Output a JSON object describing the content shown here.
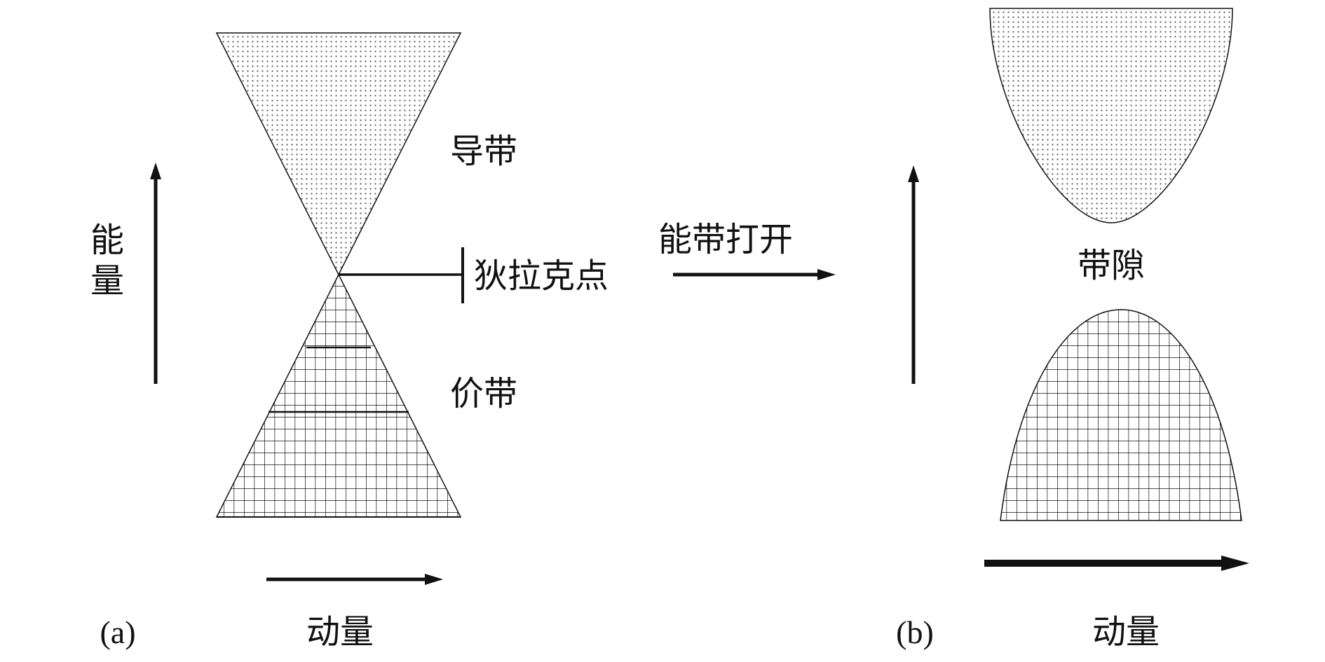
{
  "colors": {
    "ink": "#111111",
    "dot_fill": "#555555",
    "background": "#ffffff"
  },
  "panel_a": {
    "label": "(a)",
    "y_axis_label": "能量",
    "x_axis_label": "动量",
    "conduction_band_label": "导带",
    "valence_band_label": "价带",
    "dirac_point_label": "狄拉克点"
  },
  "transition": {
    "label": "能带打开"
  },
  "panel_b": {
    "label": "(b)",
    "x_axis_label": "动量",
    "band_gap_label": "带隙"
  }
}
